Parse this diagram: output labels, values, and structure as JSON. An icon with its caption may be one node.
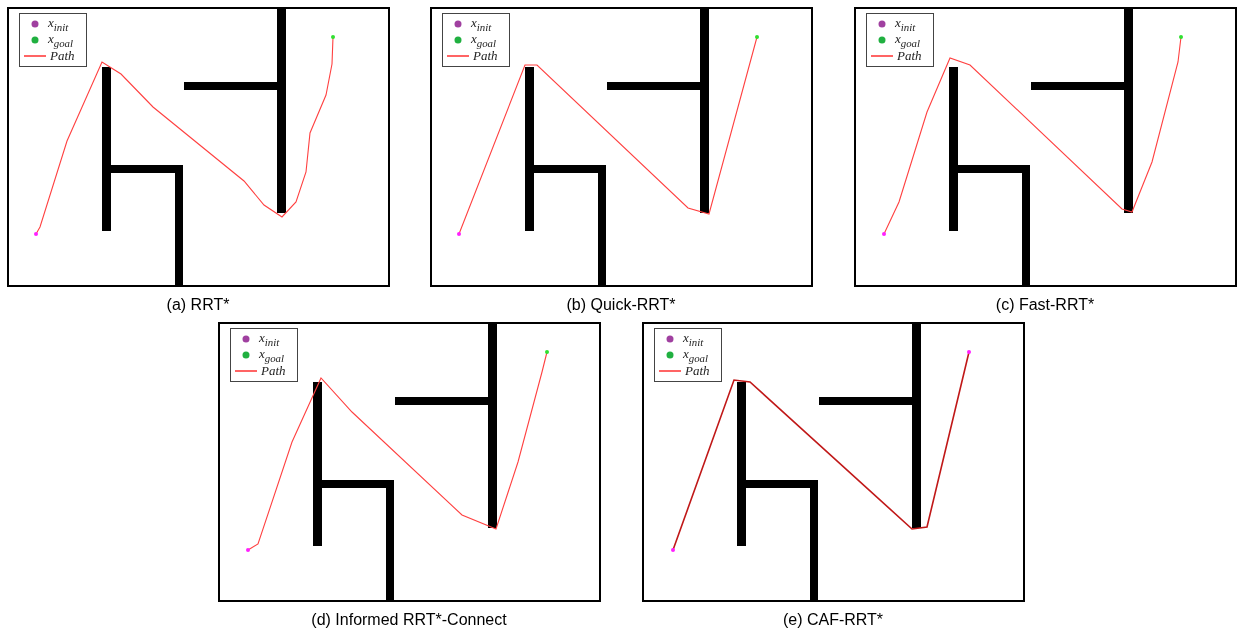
{
  "diagram": {
    "labels": [
      "(a) RRT*",
      "(b) Quick-RRT*",
      "(c) Fast-RRT*",
      "(d) Informed RRT*-Connect",
      "(e) CAF-RRT*"
    ],
    "legend": [
      {
        "text": "x$_{init}$"
      },
      {
        "text": "x$_{goal}$"
      },
      {
        "text": "Path"
      },
      {
        "text": "x$_{init}$"
      },
      {
        "text": "x$_{goal}$"
      },
      {
        "text": "Path"
      },
      {
        "text": "x$_{init}$"
      },
      {
        "text": "x$_{goal}$"
      },
      {
        "text": "Path"
      },
      {
        "text": "x$_{init}$"
      },
      {
        "text": "x$_{goal}$"
      },
      {
        "text": "Path"
      },
      {
        "text": "x$_{init}$"
      },
      {
        "text": "x$_{goal}$"
      },
      {
        "text": "Path"
      }
    ]
  }
}
